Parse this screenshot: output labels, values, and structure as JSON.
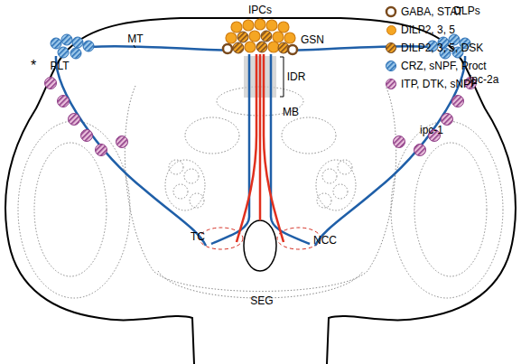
{
  "diagram": {
    "labels": [
      "IPCs",
      "DLPs",
      "MT",
      "*",
      "PLT",
      "GSN",
      "IDR",
      "MB",
      "ipc-2a",
      "ipc-1",
      "TC",
      "NCC",
      "SEG"
    ],
    "legend": [
      {
        "text": "GABA, STAT"
      },
      {
        "text": "DILP2, 3, 5",
        "color": "#f5a623"
      },
      {
        "text": "DILP2, 3, 5, DSK"
      },
      {
        "text": "CRZ, sNPF, Proct"
      },
      {
        "text": "ITP, DTK, sNPF"
      }
    ]
  }
}
